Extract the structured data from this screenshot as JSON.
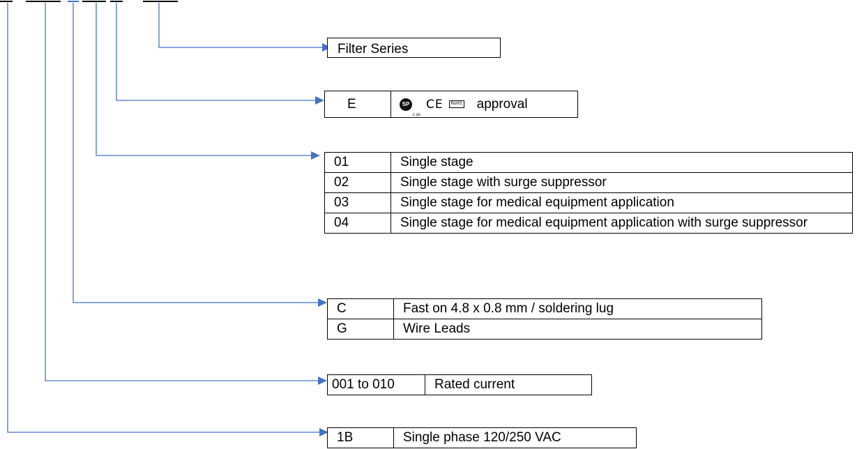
{
  "code_marks": [
    "",
    "",
    "",
    "",
    "",
    ""
  ],
  "series": {
    "label": "Filter Series"
  },
  "approval": {
    "code": "E",
    "csa_mark": "SP",
    "csa_sub": "c us",
    "ce_mark": "CE",
    "rohs_mark": "RoHS",
    "text": "approval"
  },
  "stages": [
    {
      "code": "01",
      "desc": "Single stage"
    },
    {
      "code": "02",
      "desc": "Single stage with surge suppressor"
    },
    {
      "code": "03",
      "desc": "Single stage for medical equipment application"
    },
    {
      "code": "04",
      "desc": "Single stage for medical equipment application with surge suppressor"
    }
  ],
  "terminals": [
    {
      "code": "C",
      "desc": "Fast on 4.8 x 0.8 mm / soldering lug"
    },
    {
      "code": "G",
      "desc": "Wire Leads"
    }
  ],
  "current": {
    "code": "001 to 010",
    "desc": "Rated current"
  },
  "phase": {
    "code": "1B",
    "desc": "Single phase 120/250 VAC"
  },
  "colors": {
    "connector": "#4472C4",
    "border": "#000000"
  }
}
